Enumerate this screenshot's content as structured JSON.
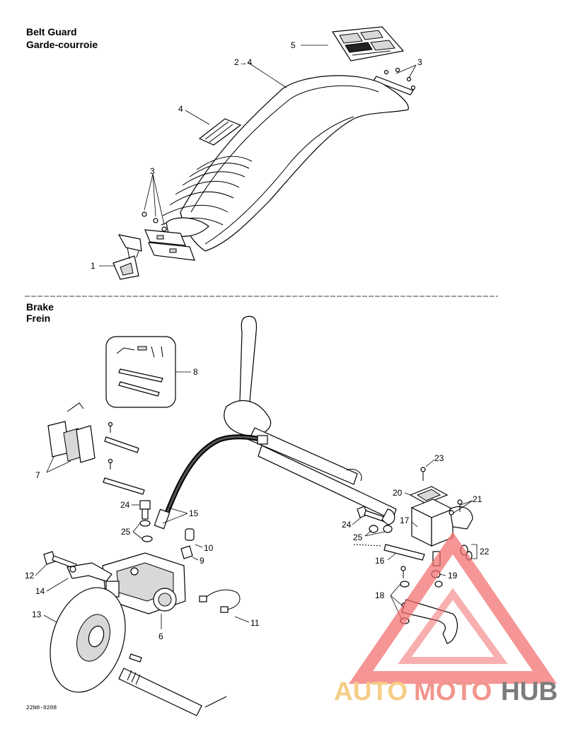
{
  "sections": {
    "belt_guard": {
      "title_en": "Belt Guard",
      "title_fr": "Garde-courroie"
    },
    "brake": {
      "title_en": "Brake",
      "title_fr": "Frein"
    }
  },
  "belt_callouts": {
    "c1": "1",
    "c2_4": "2→4",
    "c3a": "3",
    "c3b": "3",
    "c4": "4",
    "c5": "5"
  },
  "brake_callouts": {
    "c6": "6",
    "c7": "7",
    "c8": "8",
    "c9": "9",
    "c10": "10",
    "c11": "11",
    "c12": "12",
    "c13": "13",
    "c14": "14",
    "c15": "15",
    "c16": "16",
    "c17": "17",
    "c18": "18",
    "c19": "19",
    "c20": "20",
    "c21": "21",
    "c22": "22",
    "c23": "23",
    "c24a": "24",
    "c24b": "24",
    "c25a": "25",
    "c25b": "25"
  },
  "drawing_code": "22N0-0208",
  "watermark": {
    "part1": "AUTO",
    "part2": "MOTO",
    "part3": "HUB",
    "color_auto": "#f5c97a",
    "color_moto": "#f08a80",
    "color_hub": "#6e6e6e",
    "color_triangle": "#f26b6b"
  }
}
